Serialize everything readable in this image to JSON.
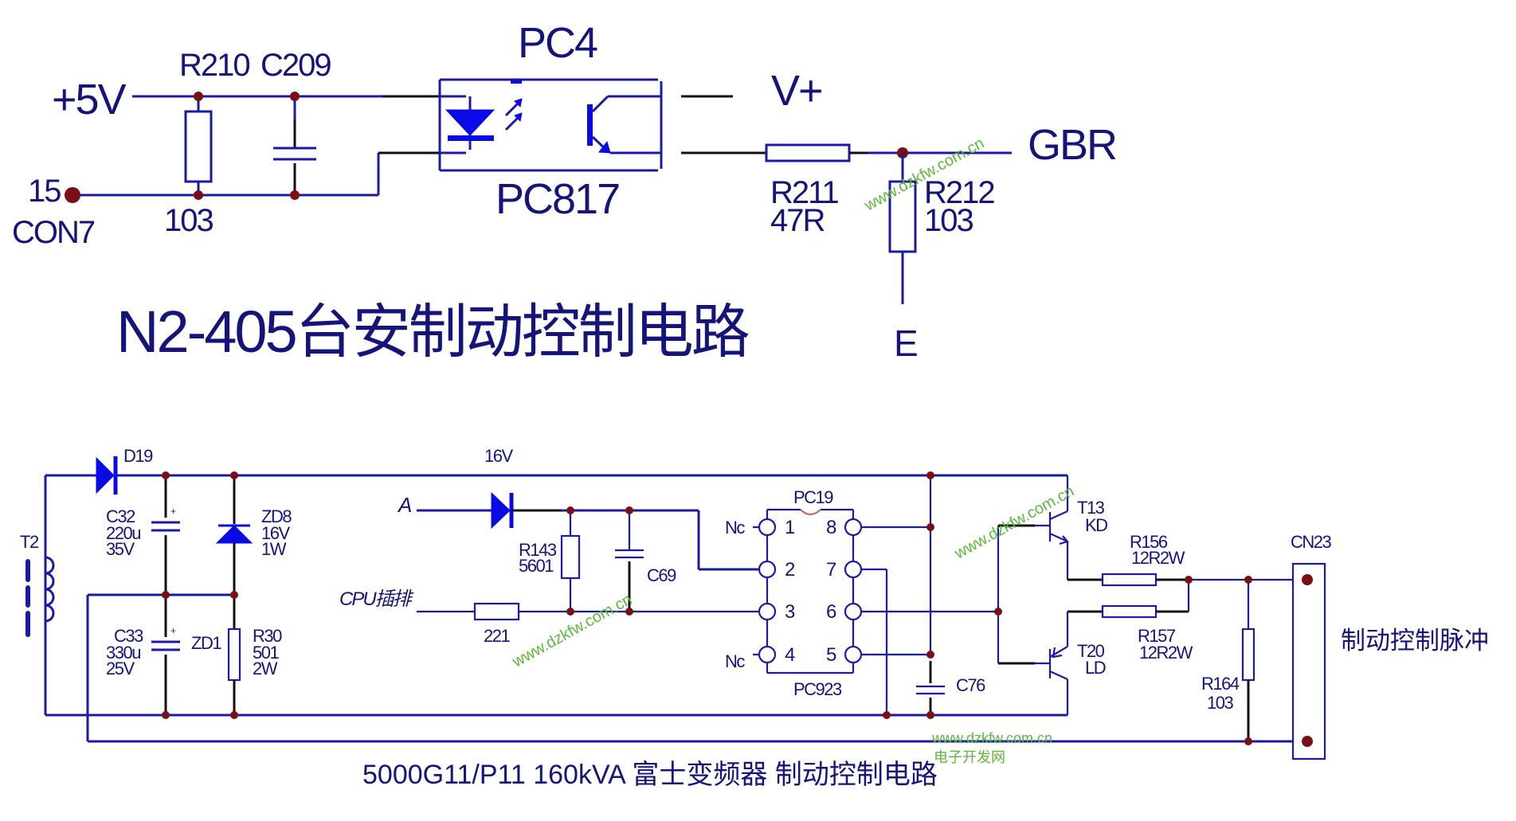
{
  "top_circuit": {
    "title": "N2-405台安制动控制电路",
    "supply_label": "+5V",
    "connector_pin": "15",
    "connector_name": "CON7",
    "r210": {
      "ref": "R210",
      "value": "103"
    },
    "c209": {
      "ref": "C209"
    },
    "optocoupler": {
      "ref": "PC4",
      "part": "PC817"
    },
    "vplus_label": "V+",
    "r211": {
      "ref": "R211",
      "value": "47R"
    },
    "r212": {
      "ref": "R212",
      "value": "103"
    },
    "output_label": "GBR",
    "emitter_label": "E"
  },
  "bottom_circuit": {
    "title": "5000G11/P11 160kVA  富士变频器 制动控制电路",
    "transformer": "T2",
    "d19": "D19",
    "rail_label": "16V",
    "c32": {
      "ref": "C32",
      "value": "220u",
      "voltage": "35V"
    },
    "zd8": {
      "ref": "ZD8",
      "value": "16V",
      "power": "1W"
    },
    "c33": {
      "ref": "C33",
      "value": "330u",
      "voltage": "25V"
    },
    "zd1": "ZD1",
    "r30": {
      "ref": "R30",
      "value": "501",
      "power": "2W"
    },
    "input_a": "A",
    "cpu_label": "CPU插排",
    "r_cpu_value": "221",
    "r143": {
      "ref": "R143",
      "value": "5601"
    },
    "c69": "C69",
    "ic": {
      "ref": "PC19",
      "part": "PC923",
      "nc_label": "Nc",
      "pins": [
        "1",
        "2",
        "3",
        "4",
        "5",
        "6",
        "7",
        "8"
      ]
    },
    "c76": "C76",
    "t13": {
      "ref": "T13",
      "type": "KD"
    },
    "t20": {
      "ref": "T20",
      "type": "LD"
    },
    "r156": {
      "ref": "R156",
      "value": "12R2W"
    },
    "r157": {
      "ref": "R157",
      "value": "12R2W"
    },
    "r164": {
      "ref": "R164",
      "value": "103"
    },
    "connector": "CN23",
    "output_desc": "制动控制脉冲"
  },
  "watermarks": {
    "url": "www.dzkfw.com.cn",
    "site_name": "电子开发网"
  }
}
